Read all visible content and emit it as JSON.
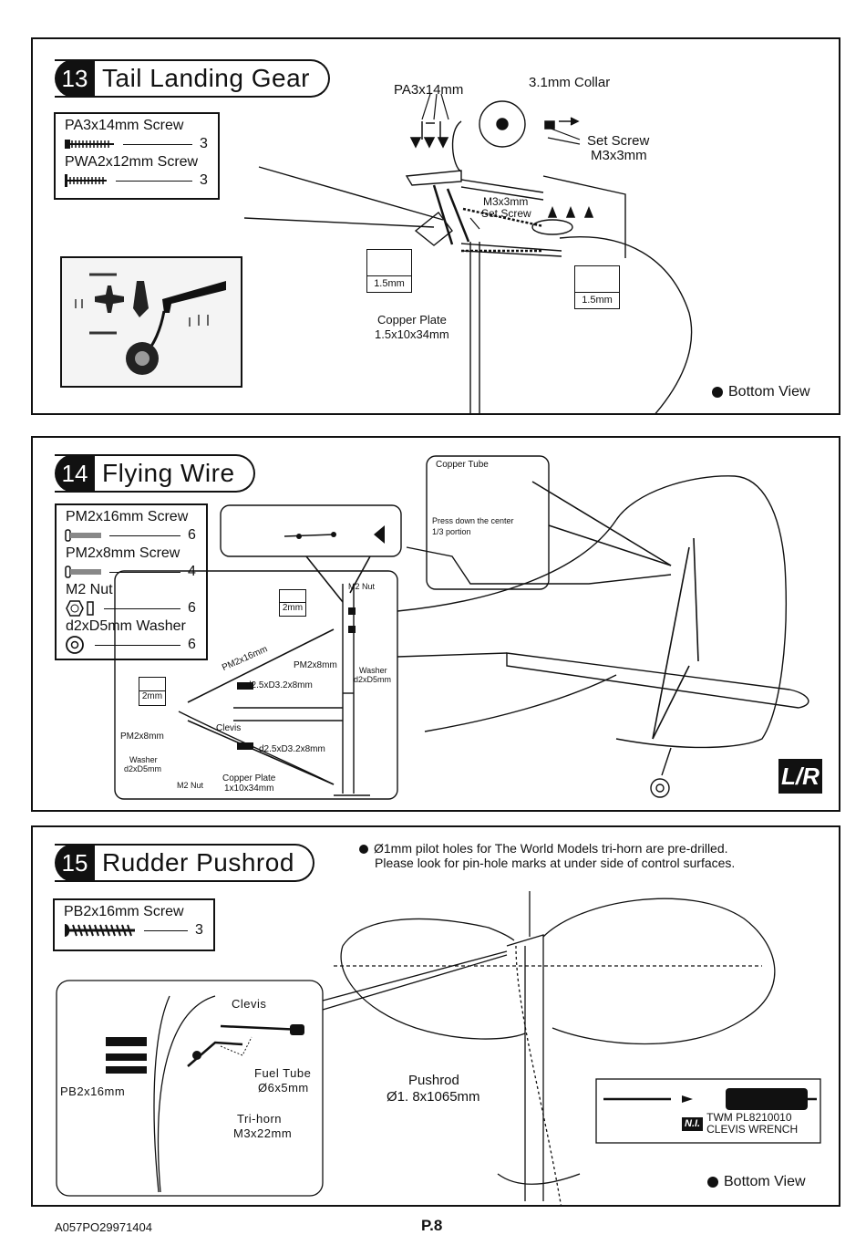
{
  "step13": {
    "number": "13",
    "title": "Tail Landing Gear",
    "parts": [
      {
        "label": "PA3x14mm Screw",
        "qty": "3"
      },
      {
        "label": "PWA2x12mm Screw",
        "qty": "3"
      }
    ],
    "labels": {
      "pa_screw": "PA3x14mm",
      "collar": "3.1mm Collar",
      "set_screw_1": "Set Screw",
      "set_screw_2": "M3x3mm",
      "m3_set_1": "M3x3mm",
      "m3_set_2": "Set Screw",
      "mm_left": "1.5mm",
      "mm_right": "1.5mm",
      "copper_1": "Copper Plate",
      "copper_2": "1.5x10x34mm"
    },
    "view": "Bottom View"
  },
  "step14": {
    "number": "14",
    "title": "Flying Wire",
    "parts": [
      {
        "label": "PM2x16mm Screw",
        "qty": "6"
      },
      {
        "label": "PM2x8mm Screw",
        "qty": "4"
      },
      {
        "label": "M2 Nut",
        "qty": "6"
      },
      {
        "label": "d2xD5mm Washer",
        "qty": "6"
      }
    ],
    "labels": {
      "copper_tube": "Copper Tube",
      "press_1": "Press down the center",
      "press_2": "1/3 portion",
      "m2nut_top": "M2 Nut",
      "mm_top": "2mm",
      "mm_bottom": "2mm",
      "pm2x16": "PM2x16mm",
      "pm2x8_top": "PM2x8mm",
      "washer_top_1": "Washer",
      "washer_top_2": "d2xD5mm",
      "d25_top": "d2.5xD3.2x8mm",
      "clevis": "Clevis",
      "pm2x8_left": "PM2x8mm",
      "washer_left_1": "Washer",
      "washer_left_2": "d2xD5mm",
      "d25_bottom": "d2.5xD3.2x8mm",
      "m2nut_bottom": "M2 Nut",
      "copper_1": "Copper Plate",
      "copper_2": "1x10x34mm"
    },
    "badge": "L/R"
  },
  "step15": {
    "number": "15",
    "title": "Rudder Pushrod",
    "parts": [
      {
        "label": "PB2x16mm Screw",
        "qty": "3"
      }
    ],
    "note_1": "Ø1mm pilot holes for The World Models tri-horn are pre-drilled.",
    "note_2": "Please look for pin-hole marks at under side of control surfaces.",
    "labels": {
      "clevis": "Clevis",
      "fuel_1": "Fuel Tube",
      "fuel_2": "Ø6x5mm",
      "pb": "PB2x16mm",
      "trihorn_1": "Tri-horn",
      "trihorn_2": "M3x22mm",
      "pushrod_1": "Pushrod",
      "pushrod_2": "Ø1. 8x1065mm"
    },
    "tool": {
      "badge": "N.I.",
      "line1": "TWM PL8210010",
      "line2": "CLEVIS WRENCH"
    },
    "view": "Bottom View"
  },
  "footer": {
    "code": "A057PO29971404",
    "page": "P.8"
  }
}
